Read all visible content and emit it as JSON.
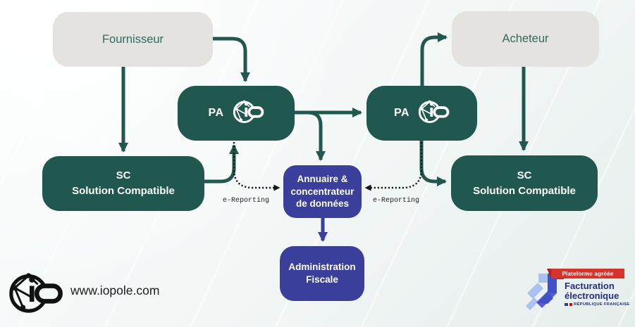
{
  "diagram": {
    "nodes": {
      "fournisseur": {
        "label": "Fournisseur"
      },
      "acheteur": {
        "label": "Acheteur"
      },
      "pa_left": {
        "label": "PA"
      },
      "pa_right": {
        "label": "PA"
      },
      "sc_left": {
        "line1": "SC",
        "line2": "Solution Compatible"
      },
      "sc_right": {
        "line1": "SC",
        "line2": "Solution Compatible"
      },
      "annuaire": {
        "line1": "Annuaire &",
        "line2": "concentrateur",
        "line3": "de données"
      },
      "administration_fiscale": {
        "line1": "Administration",
        "line2": "Fiscale"
      }
    },
    "edge_labels": {
      "e_reporting_left": "e-Reporting",
      "e_reporting_right": "e-Reporting"
    }
  },
  "footer": {
    "website": "www.iopole.com"
  },
  "badge": {
    "ribbon": "Plateforme agréée",
    "title_line1": "Facturation",
    "title_line2": "électronique",
    "republique": "RÉPUBLIQUE FRANÇAISE"
  },
  "colors": {
    "teal": "#20584f",
    "indigo": "#3a3f9b",
    "gray_box": "#e5e3e0",
    "teal_text": "#2e6b63",
    "ribbon_red": "#d6332b",
    "flag_red": "#e1000f",
    "navy": "#242e83",
    "dotted_black": "#161616"
  }
}
